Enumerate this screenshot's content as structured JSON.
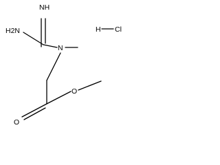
{
  "molecule": {
    "atoms": {
      "imine": "NH",
      "amine": "H2N",
      "n_methyl": "N",
      "ester_o": "O",
      "carbonyl_o": "O"
    },
    "salt": {
      "h": "H",
      "cl": "Cl"
    }
  },
  "colors": {
    "bond": "#000000",
    "text": "#000000",
    "background": "#ffffff"
  }
}
